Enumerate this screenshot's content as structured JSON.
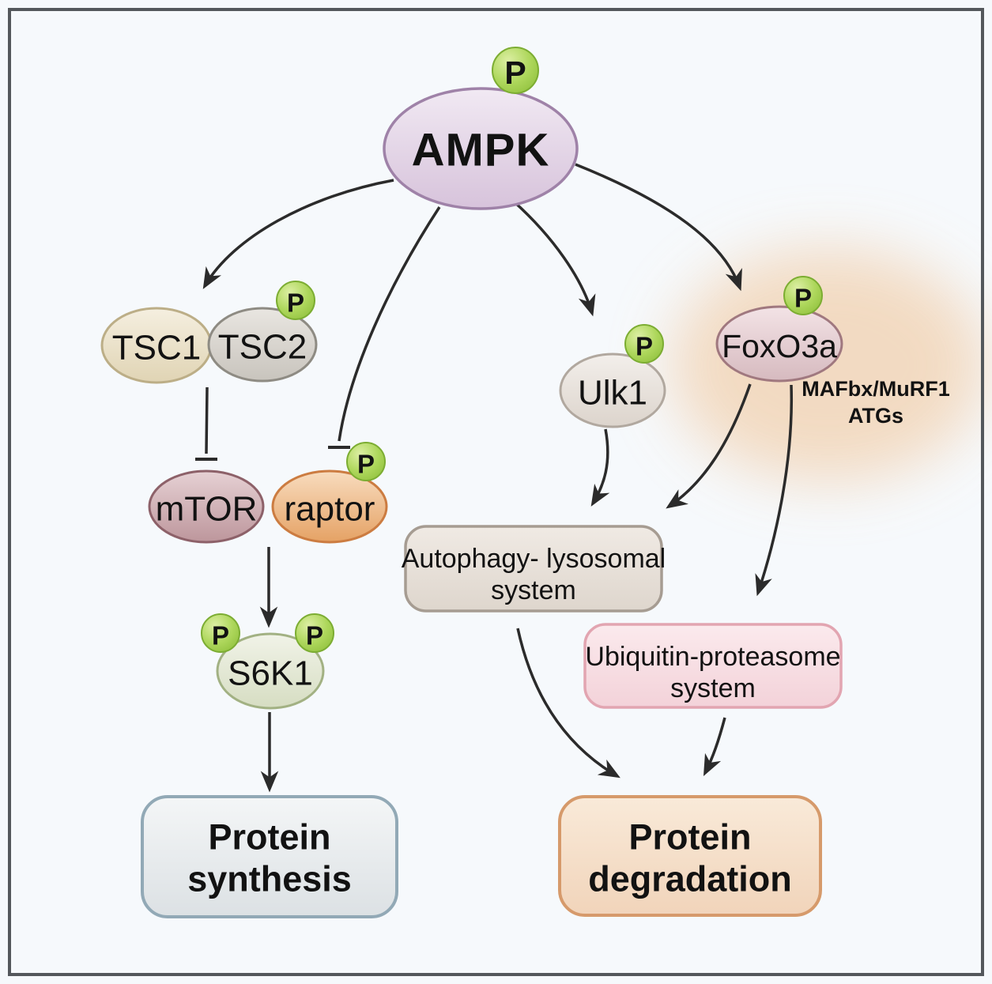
{
  "diagram": {
    "badge": {
      "label": "P"
    },
    "nodes": {
      "ampk": {
        "label": "AMPK"
      },
      "tsc1": {
        "label": "TSC1"
      },
      "tsc2": {
        "label": "TSC2"
      },
      "mtor": {
        "label": "mTOR"
      },
      "raptor": {
        "label": "raptor"
      },
      "s6k1": {
        "label": "S6K1"
      },
      "ulk1": {
        "label": "Ulk1"
      },
      "foxo3a": {
        "label": "FoxO3a"
      }
    },
    "boxes": {
      "protein_synthesis": {
        "line1": "Protein",
        "line2": "synthesis"
      },
      "autophagy": {
        "line1": "Autophagy- lysosomal",
        "line2": "system"
      },
      "ubiquitin": {
        "line1": "Ubiquitin-proteasome",
        "line2": "system"
      },
      "protein_degradation": {
        "line1": "Protein",
        "line2": "degradation"
      }
    },
    "annotations": {
      "line1": "MAFbx/MuRF1",
      "line2": "ATGs"
    },
    "colors": {
      "background": "#f6f9fc",
      "frame_border": "#54585c",
      "arrow": "#2b2b2b",
      "phospho_badge_green": "#9cc947",
      "ampk_fill": "#e2d3e4",
      "ampk_border": "#9f82a8",
      "tsc1_fill": "#ebe1c8",
      "tsc2_fill": "#d5d1ca",
      "mtor_fill": "#d2b0b5",
      "raptor_fill": "#eeb683",
      "s6k1_fill": "#e4e9d4",
      "ulk1_fill": "#e8e2db",
      "foxo3a_fill": "#e5cdd2",
      "synthesis_box_border": "#92a9b6",
      "autophagy_box_border": "#a69c92",
      "ubiquitin_box_border": "#e2a5b1",
      "degradation_box_border": "#d69a6b",
      "foxo3a_glow": "#f2d5b8"
    }
  }
}
